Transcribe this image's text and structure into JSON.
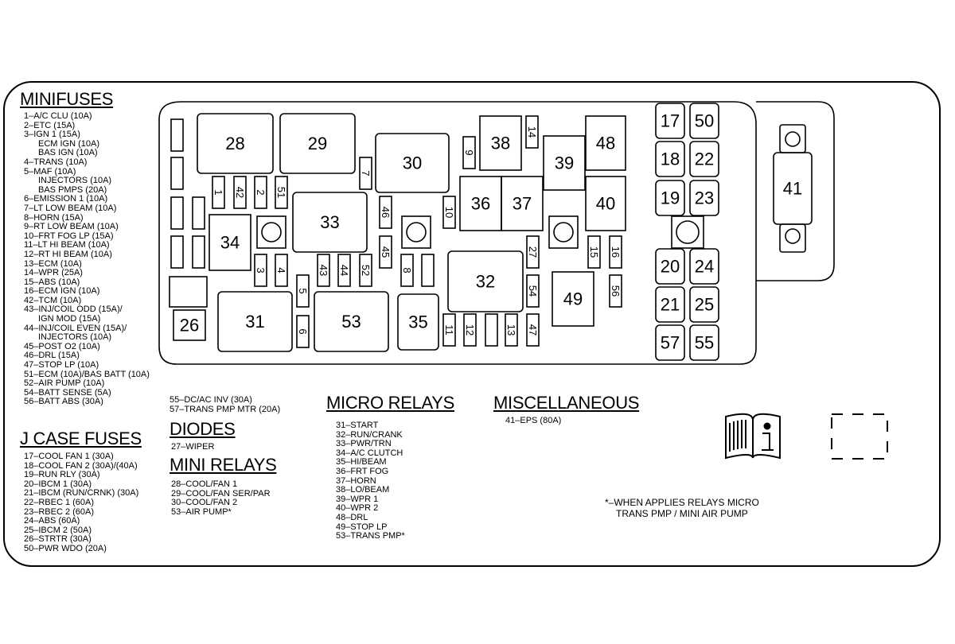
{
  "minifuses": {
    "title": "MINIFUSES",
    "items": [
      {
        "text": "1–A/C CLU (10A)",
        "ind": false
      },
      {
        "text": "2–ETC (15A)",
        "ind": false
      },
      {
        "text": "3–IGN 1 (15A)",
        "ind": false
      },
      {
        "text": "ECM IGN (10A)",
        "ind": true
      },
      {
        "text": "BAS IGN (10A)",
        "ind": true
      },
      {
        "text": "4–TRANS (10A)",
        "ind": false
      },
      {
        "text": "5–MAF (10A)",
        "ind": false
      },
      {
        "text": "INJECTORS (10A)",
        "ind": true
      },
      {
        "text": "BAS PMPS (20A)",
        "ind": true
      },
      {
        "text": "6–EMISSION 1 (10A)",
        "ind": false
      },
      {
        "text": "7–LT LOW BEAM (10A)",
        "ind": false
      },
      {
        "text": "8–HORN (15A)",
        "ind": false
      },
      {
        "text": "9–RT LOW BEAM (10A)",
        "ind": false
      },
      {
        "text": "10–FRT FOG LP (15A)",
        "ind": false
      },
      {
        "text": "11–LT HI BEAM (10A)",
        "ind": false
      },
      {
        "text": "12–RT HI BEAM (10A)",
        "ind": false
      },
      {
        "text": "13–ECM (10A)",
        "ind": false
      },
      {
        "text": "14–WPR (25A)",
        "ind": false
      },
      {
        "text": "15–ABS (10A)",
        "ind": false
      },
      {
        "text": "16–ECM IGN (10A)",
        "ind": false
      },
      {
        "text": "42–TCM (10A)",
        "ind": false
      },
      {
        "text": "43–INJ/COIL ODD (15A)/",
        "ind": false
      },
      {
        "text": "IGN MOD (15A)",
        "ind": true
      },
      {
        "text": "44–INJ/COIL EVEN (15A)/",
        "ind": false
      },
      {
        "text": "INJECTORS (10A)",
        "ind": true
      },
      {
        "text": "45–POST O2 (10A)",
        "ind": false
      },
      {
        "text": "46–DRL (15A)",
        "ind": false
      },
      {
        "text": "47–STOP LP (10A)",
        "ind": false
      },
      {
        "text": "51–ECM (10A)/BAS BATT (10A)",
        "ind": false
      },
      {
        "text": "52–AIR PUMP (10A)",
        "ind": false
      },
      {
        "text": "54–BATT SENSE (5A)",
        "ind": false
      },
      {
        "text": "56–BATT ABS (30A)",
        "ind": false
      }
    ],
    "extra": [
      "55–DC/AC INV (30A)",
      "57–TRANS PMP MTR (20A)"
    ]
  },
  "jcase": {
    "title": "J CASE FUSES",
    "items": [
      "17–COOL FAN 1 (30A)",
      "18–COOL FAN 2 (30A)/(40A)",
      "19–RUN RLY (30A)",
      "20–IBCM 1 (30A)",
      "21–IBCM (RUN/CRNK) (30A)",
      "22–RBEC 1 (60A)",
      "23–RBEC 2 (60A)",
      "24–ABS (60A)",
      "25–IBCM 2 (50A)",
      "26–STRTR (30A)",
      "50–PWR WDO (20A)"
    ]
  },
  "diodes": {
    "title": "DIODES",
    "items": [
      "27–WIPER"
    ]
  },
  "mini_relays": {
    "title": "MINI RELAYS",
    "items": [
      "28–COOL/FAN 1",
      "29–COOL/FAN SER/PAR",
      "30–COOL/FAN 2",
      "53–AIR PUMP*"
    ]
  },
  "micro_relays": {
    "title": "MICRO RELAYS",
    "items": [
      "31–START",
      "32–RUN/CRANK",
      "33–PWR/TRN",
      "34–A/C CLUTCH",
      "35–HI/BEAM",
      "36–FRT FOG",
      "37–HORN",
      "38–LO/BEAM",
      "39–WPR 1",
      "40–WPR 2",
      "48–DRL",
      "49–STOP LP",
      "53–TRANS PMP*"
    ]
  },
  "misc": {
    "title": "MISCELLANEOUS",
    "items": [
      "41–EPS (80A)"
    ]
  },
  "footnote": [
    "*–WHEN APPLIES RELAYS MICRO",
    "TRANS PMP / MINI AIR PUMP"
  ],
  "diagram_labels": {
    "r28": "28",
    "r29": "29",
    "r30": "30",
    "r31": "31",
    "r32": "32",
    "r33": "33",
    "r34": "34",
    "r35": "35",
    "r36": "36",
    "r37": "37",
    "r38": "38",
    "r39": "39",
    "r40": "40",
    "r48": "48",
    "r49": "49",
    "r53": "53",
    "f1": "1",
    "f2": "2",
    "f3": "3",
    "f4": "4",
    "f5": "5",
    "f6": "6",
    "f7": "7",
    "f8": "8",
    "f9": "9",
    "f10": "10",
    "f11": "11",
    "f12": "12",
    "f13": "13",
    "f14": "14",
    "f15": "15",
    "f16": "16",
    "f27": "27",
    "f42": "42",
    "f43": "43",
    "f44": "44",
    "f45": "45",
    "f46": "46",
    "f47": "47",
    "f51": "51",
    "f52": "52",
    "f54": "54",
    "f56": "56",
    "d26": "26",
    "j17": "17",
    "j50": "50",
    "j18": "18",
    "j22": "22",
    "j19": "19",
    "j23": "23",
    "j20": "20",
    "j24": "24",
    "j21": "21",
    "j25": "25",
    "j57": "57",
    "j55": "55",
    "e41": "41"
  }
}
